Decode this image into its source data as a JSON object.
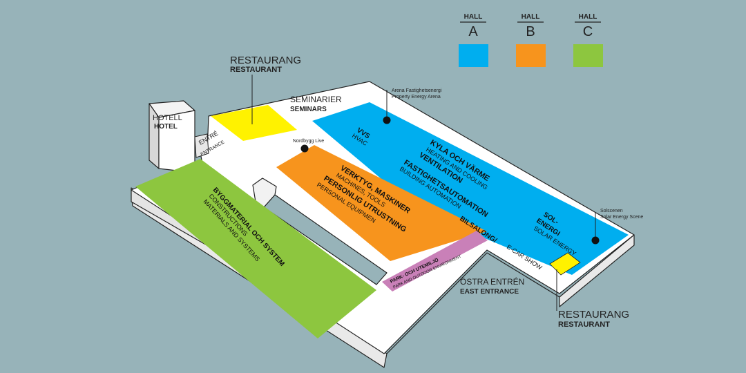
{
  "colors": {
    "background": "#97b3b9",
    "hall_a": "#00aeef",
    "hall_b": "#f7941d",
    "hall_c": "#8dc63f",
    "restaurant": "#fff200",
    "park": "#c980b8",
    "floor": "#ffffff",
    "wall_side": "#e9e9e9",
    "outline": "#222222"
  },
  "legend": [
    {
      "label": "HALL",
      "letter": "A",
      "color": "#00aeef"
    },
    {
      "label": "HALL",
      "letter": "B",
      "color": "#f7941d"
    },
    {
      "label": "HALL",
      "letter": "C",
      "color": "#8dc63f"
    }
  ],
  "labels": {
    "restaurant_top_sv": "RESTAURANG",
    "restaurant_top_en": "RESTAURANT",
    "hotel_sv": "HOTELL",
    "hotel_en": "HOTEL",
    "entrance_sv": "ENTRÉ",
    "entrance_en": "ENTRANCE",
    "seminars_sv": "SEMINARIER",
    "seminars_en": "SEMINARS",
    "nordbygg_live": "Nordbygg Live",
    "arena_sv": "Arena Fastighetsenergi",
    "arena_en": "Property Energy Arena",
    "vvs_sv": "VVS",
    "vvs_en": "HVAC",
    "kyla_sv": "KYLA OCH VÄRME",
    "kyla_en": "HEATING AND COOLING",
    "vent_sv": "VENTILATION",
    "fast_sv": "FASTIGHETSAUTOMATION",
    "fast_en": "BUILDING AUTOMATION",
    "sol_sv_1": "SOL-",
    "sol_sv_2": "ENERGI",
    "sol_en": "SOLAR ENERGY",
    "solscenen_sv": "Solscenen",
    "solscenen_en": "Solar Energy Scene",
    "verk_sv": "VERKTYG, MASKINER",
    "verk_en": "MACHINES, TOOLS",
    "pers_sv": "PERSONLIG UTRUSTNING",
    "pers_en": "PERSONAL EQUIPMEN",
    "bygg_sv": "BYGGMATERIAL OCH SYSTEM",
    "bygg_en_1": "CONSTRUCTIONS",
    "bygg_en_2": "MATERIALS AND SYSTEMS",
    "park_sv": "PARK- OCH UTEMILJÖ",
    "park_en": "PARK AND OUTDOOR ENVIRONMENT",
    "bilsalong_sv": "BILSALONG/",
    "bilsalong_en": "E-CAR SHOW",
    "east_sv": "ÖSTRA ENTRÉN",
    "east_en": "EAST ENTRANCE",
    "restaurant_bottom_sv": "RESTAURANG",
    "restaurant_bottom_en": "RESTAURANT"
  }
}
